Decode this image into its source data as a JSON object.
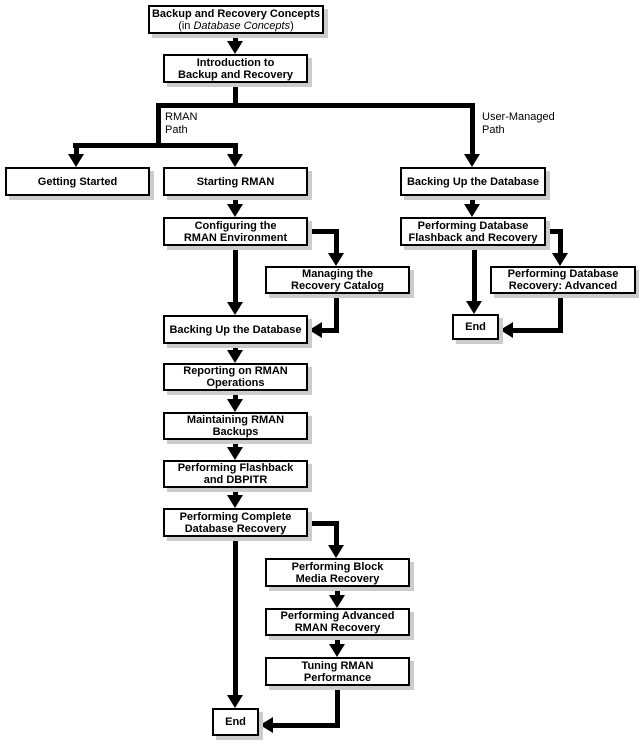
{
  "nodes": {
    "concepts": {
      "line1": "Backup and Recovery Concepts",
      "line2_prefix": "(in ",
      "line2_italic": "Database Concepts",
      "line2_suffix": ")"
    },
    "intro": {
      "line1": "Introduction to",
      "line2": "Backup and Recovery"
    },
    "getting_started": {
      "line1": "Getting Started"
    },
    "starting_rman": {
      "line1": "Starting RMAN"
    },
    "configuring": {
      "line1": "Configuring the",
      "line2": "RMAN Environment"
    },
    "managing_catalog": {
      "line1": "Managing the",
      "line2": "Recovery Catalog"
    },
    "backing_up_rman": {
      "line1": "Backing Up the Database"
    },
    "reporting": {
      "line1": "Reporting on RMAN",
      "line2": "Operations"
    },
    "maintaining": {
      "line1": "Maintaining RMAN",
      "line2": "Backups"
    },
    "flashback_dbpitr": {
      "line1": "Performing Flashback",
      "line2": "and DBPITR"
    },
    "complete_recovery": {
      "line1": "Performing Complete",
      "line2": "Database Recovery"
    },
    "block_media": {
      "line1": "Performing Block",
      "line2": "Media Recovery"
    },
    "advanced_rman": {
      "line1": "Performing Advanced",
      "line2": "RMAN Recovery"
    },
    "tuning": {
      "line1": "Tuning RMAN",
      "line2": "Performance"
    },
    "end_rman": {
      "line1": "End"
    },
    "backing_up_user": {
      "line1": "Backing Up the Database"
    },
    "flashback_recovery": {
      "line1": "Performing Database",
      "line2": "Flashback and Recovery"
    },
    "recovery_advanced": {
      "line1": "Performing Database",
      "line2": "Recovery: Advanced"
    },
    "end_user": {
      "line1": "End"
    }
  },
  "labels": {
    "rman_path": {
      "line1": "RMAN",
      "line2": "Path"
    },
    "user_managed_path": {
      "line1": "User-Managed",
      "line2": "Path"
    }
  },
  "colors": {
    "line": "#000000",
    "box_border": "#000000",
    "box_fill": "#ffffff",
    "box_shadow": "#cccccc",
    "background": "#ffffff",
    "text": "#000000"
  }
}
